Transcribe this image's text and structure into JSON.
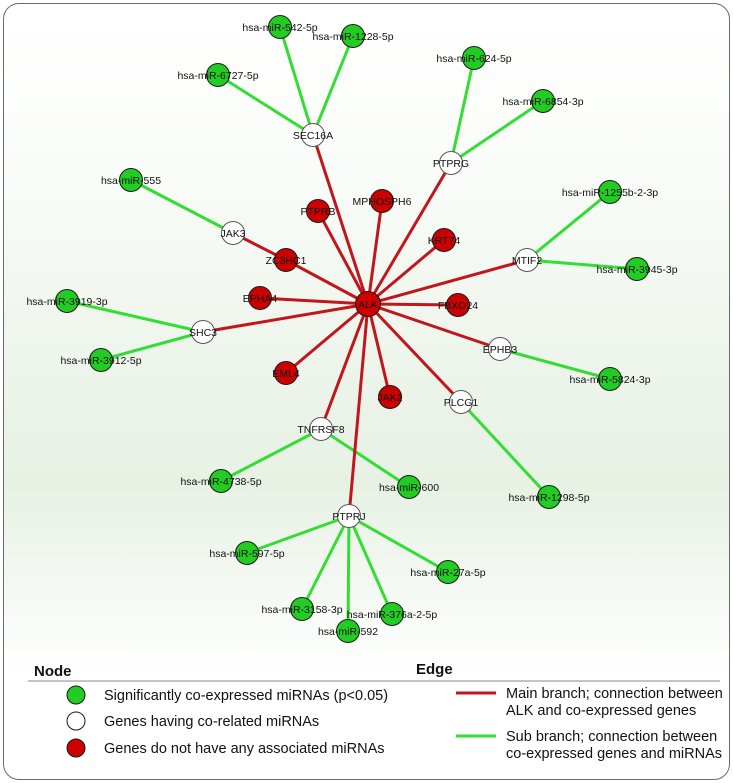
{
  "network": {
    "center": "ALK",
    "main_genes": [
      "SEC16A",
      "PTPRG",
      "JAK3",
      "PTPRB",
      "MPHOSPH6? ",
      "KRT74",
      "MTIF2",
      "ZC3HC1",
      "EPHA4",
      "FBXO24",
      "SHC3",
      "EPHB3",
      "EML4",
      "JAK2",
      "PLCG1",
      "TNFRSF8",
      "PTPRJ"
    ],
    "labels": {
      "ALK": "ALK",
      "SEC16A": "SEC16A",
      "PTPRG": "PTPRG",
      "JAK3": "JAK3",
      "PTPRB": "PTPRB",
      "MPHOSPH6": "MPHOSPH6",
      "KRT74": "KRT74",
      "MTIF2": "MTIF2",
      "ZC3HC1": "ZC3HC1",
      "EPHA4": "EPHA4",
      "FBXO24": "FBXO24",
      "SHC3": "SHC3",
      "EPHB3": "EPHB3",
      "EML4": "EML4",
      "JAK2": "JAK2",
      "PLCG1": "PLCG1",
      "TNFRSF8": "TNFRSF8",
      "PTPRJ": "PTPRJ",
      "m_542": "hsa-miR-542-5p",
      "m_1228": "hsa-miR-1228-5p",
      "m_6727": "hsa-miR-6727-5p",
      "m_624": "hsa-miR-624-5p",
      "m_6854": "hsa-miR-6854-3p",
      "m_555": "hsa-miR-555",
      "m_1255b": "hsa-miR-1255b-2-3p",
      "m_3945": "hsa-miR-3945-3p",
      "m_3919": "hsa-miR-3919-3p",
      "m_3912": "hsa-miR-3912-5p",
      "m_5824": "hsa-miR-5824-3p",
      "m_4738": "hsa-miR-4738-5p",
      "m_600": "hsa-miR-600",
      "m_1298": "hsa-miR-1298-5p",
      "m_597": "hsa-miR-597-5p",
      "m_27a": "hsa-miR-27a-5p",
      "m_3158": "hsa-miR-3158-3p",
      "m_376a": "hsa-miR-376a-2-5p",
      "m_592": "hsa-miR-592"
    },
    "main_edges": [
      [
        "ALK",
        "SEC16A"
      ],
      [
        "ALK",
        "PTPRG"
      ],
      [
        "ALK",
        "ZC3HC1"
      ],
      [
        "ALK",
        "PTPRB"
      ],
      [
        "ALK",
        "MPHOSPH6"
      ],
      [
        "ALK",
        "KRT74"
      ],
      [
        "ALK",
        "MTIF2"
      ],
      [
        "ALK",
        "EPHA4"
      ],
      [
        "ALK",
        "FBXO24"
      ],
      [
        "ALK",
        "SHC3"
      ],
      [
        "ALK",
        "EPHB3"
      ],
      [
        "ALK",
        "EML4"
      ],
      [
        "ALK",
        "JAK2"
      ],
      [
        "ALK",
        "PLCG1"
      ],
      [
        "ALK",
        "TNFRSF8"
      ],
      [
        "ALK",
        "PTPRJ"
      ],
      [
        "ZC3HC1",
        "JAK3"
      ]
    ],
    "sub_edges": [
      [
        "SEC16A",
        "m_542"
      ],
      [
        "SEC16A",
        "m_1228"
      ],
      [
        "SEC16A",
        "m_6727"
      ],
      [
        "PTPRG",
        "m_624"
      ],
      [
        "PTPRG",
        "m_6854"
      ],
      [
        "JAK3",
        "m_555"
      ],
      [
        "MTIF2",
        "m_1255b"
      ],
      [
        "MTIF2",
        "m_3945"
      ],
      [
        "SHC3",
        "m_3919"
      ],
      [
        "SHC3",
        "m_3912"
      ],
      [
        "EPHB3",
        "m_5824"
      ],
      [
        "TNFRSF8",
        "m_4738"
      ],
      [
        "TNFRSF8",
        "m_600"
      ],
      [
        "PLCG1",
        "m_1298"
      ],
      [
        "PTPRJ",
        "m_597"
      ],
      [
        "PTPRJ",
        "m_27a"
      ],
      [
        "PTPRJ",
        "m_3158"
      ],
      [
        "PTPRJ",
        "m_376a"
      ],
      [
        "PTPRJ",
        "m_592"
      ]
    ],
    "node_types": {
      "ALK": "red",
      "SEC16A": "white",
      "PTPRG": "white",
      "JAK3": "white",
      "MTIF2": "white",
      "SHC3": "white",
      "EPHB3": "white",
      "PLCG1": "white",
      "TNFRSF8": "white",
      "PTPRJ": "white",
      "PTPRB": "red",
      "MPHOSPH6": "red",
      "KRT74": "red",
      "ZC3HC1": "red",
      "EPHA4": "red",
      "FBXO24": "red",
      "EML4": "red",
      "JAK2": "red",
      "m_542": "green",
      "m_1228": "green",
      "m_6727": "green",
      "m_624": "green",
      "m_6854": "green",
      "m_555": "green",
      "m_1255b": "green",
      "m_3945": "green",
      "m_3919": "green",
      "m_3912": "green",
      "m_5824": "green",
      "m_4738": "green",
      "m_600": "green",
      "m_1298": "green",
      "m_597": "green",
      "m_27a": "green",
      "m_3158": "green",
      "m_376a": "green",
      "m_592": "green"
    }
  },
  "legend": {
    "node_title": "Node",
    "edge_title": "Edge",
    "node_items": [
      "Significantly co-expressed miRNAs (p<0.05)",
      "Genes having co-related miRNAs",
      "Genes do not have any associated miRNAs"
    ],
    "edge_items": [
      [
        "Main branch; connection between",
        "ALK and co-expressed genes"
      ],
      [
        "Sub branch; connection between",
        "co-expressed genes and miRNAs"
      ]
    ]
  },
  "colors": {
    "green": "#22cc22",
    "white": "#ffffff",
    "red": "#cc0000",
    "main_edge": "#c0161c",
    "sub_edge": "#33dd33",
    "outline": "#1a1a1a"
  }
}
